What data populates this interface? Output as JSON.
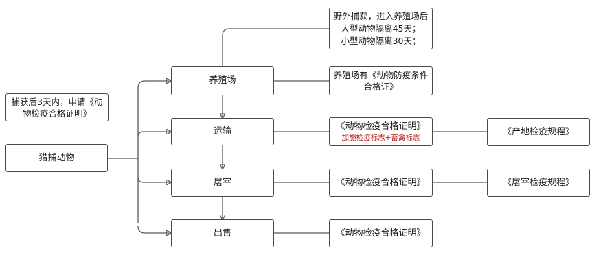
{
  "nodes": {
    "hunting": {
      "label": "猎捕动物"
    },
    "apply_note": {
      "lines": [
        "捕获后3天内，申请《动",
        "物检疫合格证明》"
      ]
    },
    "farm": {
      "label": "养殖场"
    },
    "transport": {
      "label": "运输"
    },
    "slaughter": {
      "label": "屠宰"
    },
    "sale": {
      "label": "出售"
    },
    "wild_note": {
      "lines": [
        "野外捕获，进入养殖场后",
        "大型动物隔离45天；",
        "小型动物隔离30天；"
      ]
    },
    "farm_cert": {
      "lines": [
        "养殖场有《动物防疫条件",
        "合格证》"
      ]
    },
    "transport_cert": {
      "label": "《动物检疫合格证明》",
      "sub": "加施检疫标志+畜禽标志"
    },
    "origin_rule": {
      "label": "《产地检疫规程》"
    },
    "slaughter_cert": {
      "label": "《动物检疫合格证明》"
    },
    "slaughter_rule": {
      "label": "《屠宰检疫规程》"
    },
    "sale_cert": {
      "label": "《动物检疫合格证明》"
    }
  },
  "colors": {
    "line": "#595959",
    "border": "#4a4a4a",
    "accent_red": "#b5241c"
  }
}
